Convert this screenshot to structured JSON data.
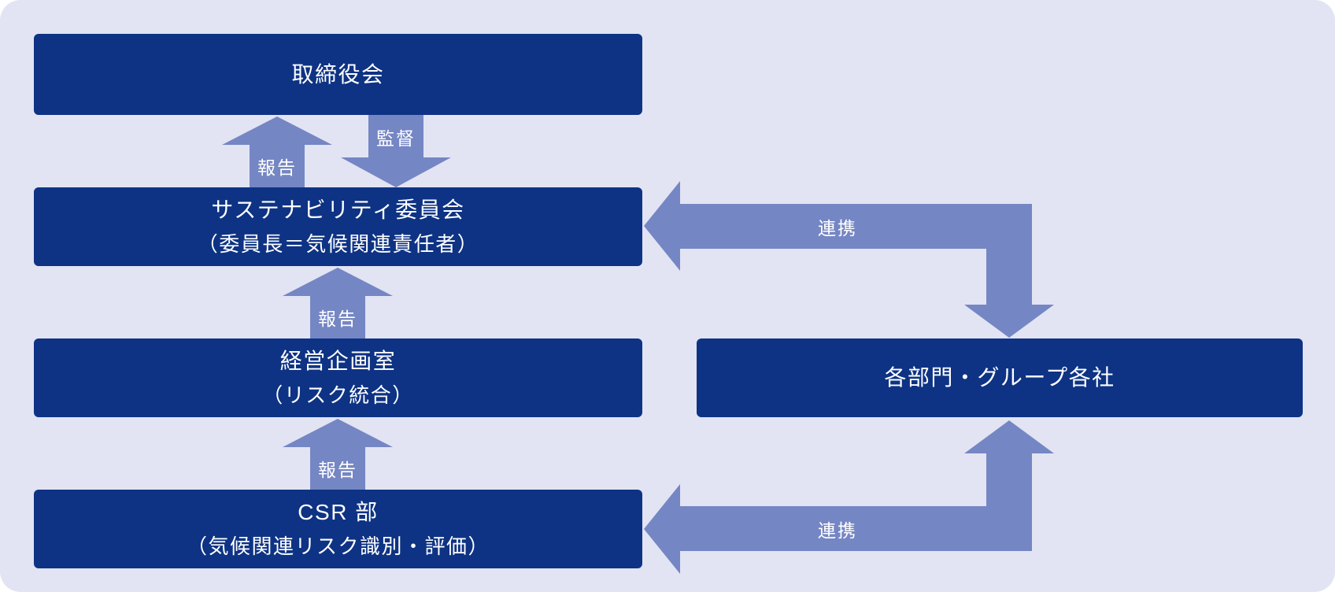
{
  "diagram": {
    "boxes": {
      "board": {
        "label": "取締役会"
      },
      "sustainability": {
        "line1": "サステナビリティ委員会",
        "line2": "（委員長＝気候関連責任者）"
      },
      "planning": {
        "line1": "経営企画室",
        "line2": "（リスク統合）"
      },
      "csr": {
        "line1": "CSR 部",
        "line2": "（気候関連リスク識別・評価）"
      },
      "departments": {
        "label": "各部門・グループ各社"
      }
    },
    "arrows": {
      "report_top": "報告",
      "supervise": "監督",
      "report_mid": "報告",
      "report_bottom": "報告",
      "collab_top": "連携",
      "collab_bottom": "連携"
    },
    "colors": {
      "background": "#e2e4f3",
      "box": "#0e3384",
      "arrow": "#7586c4",
      "text": "#ffffff"
    }
  }
}
